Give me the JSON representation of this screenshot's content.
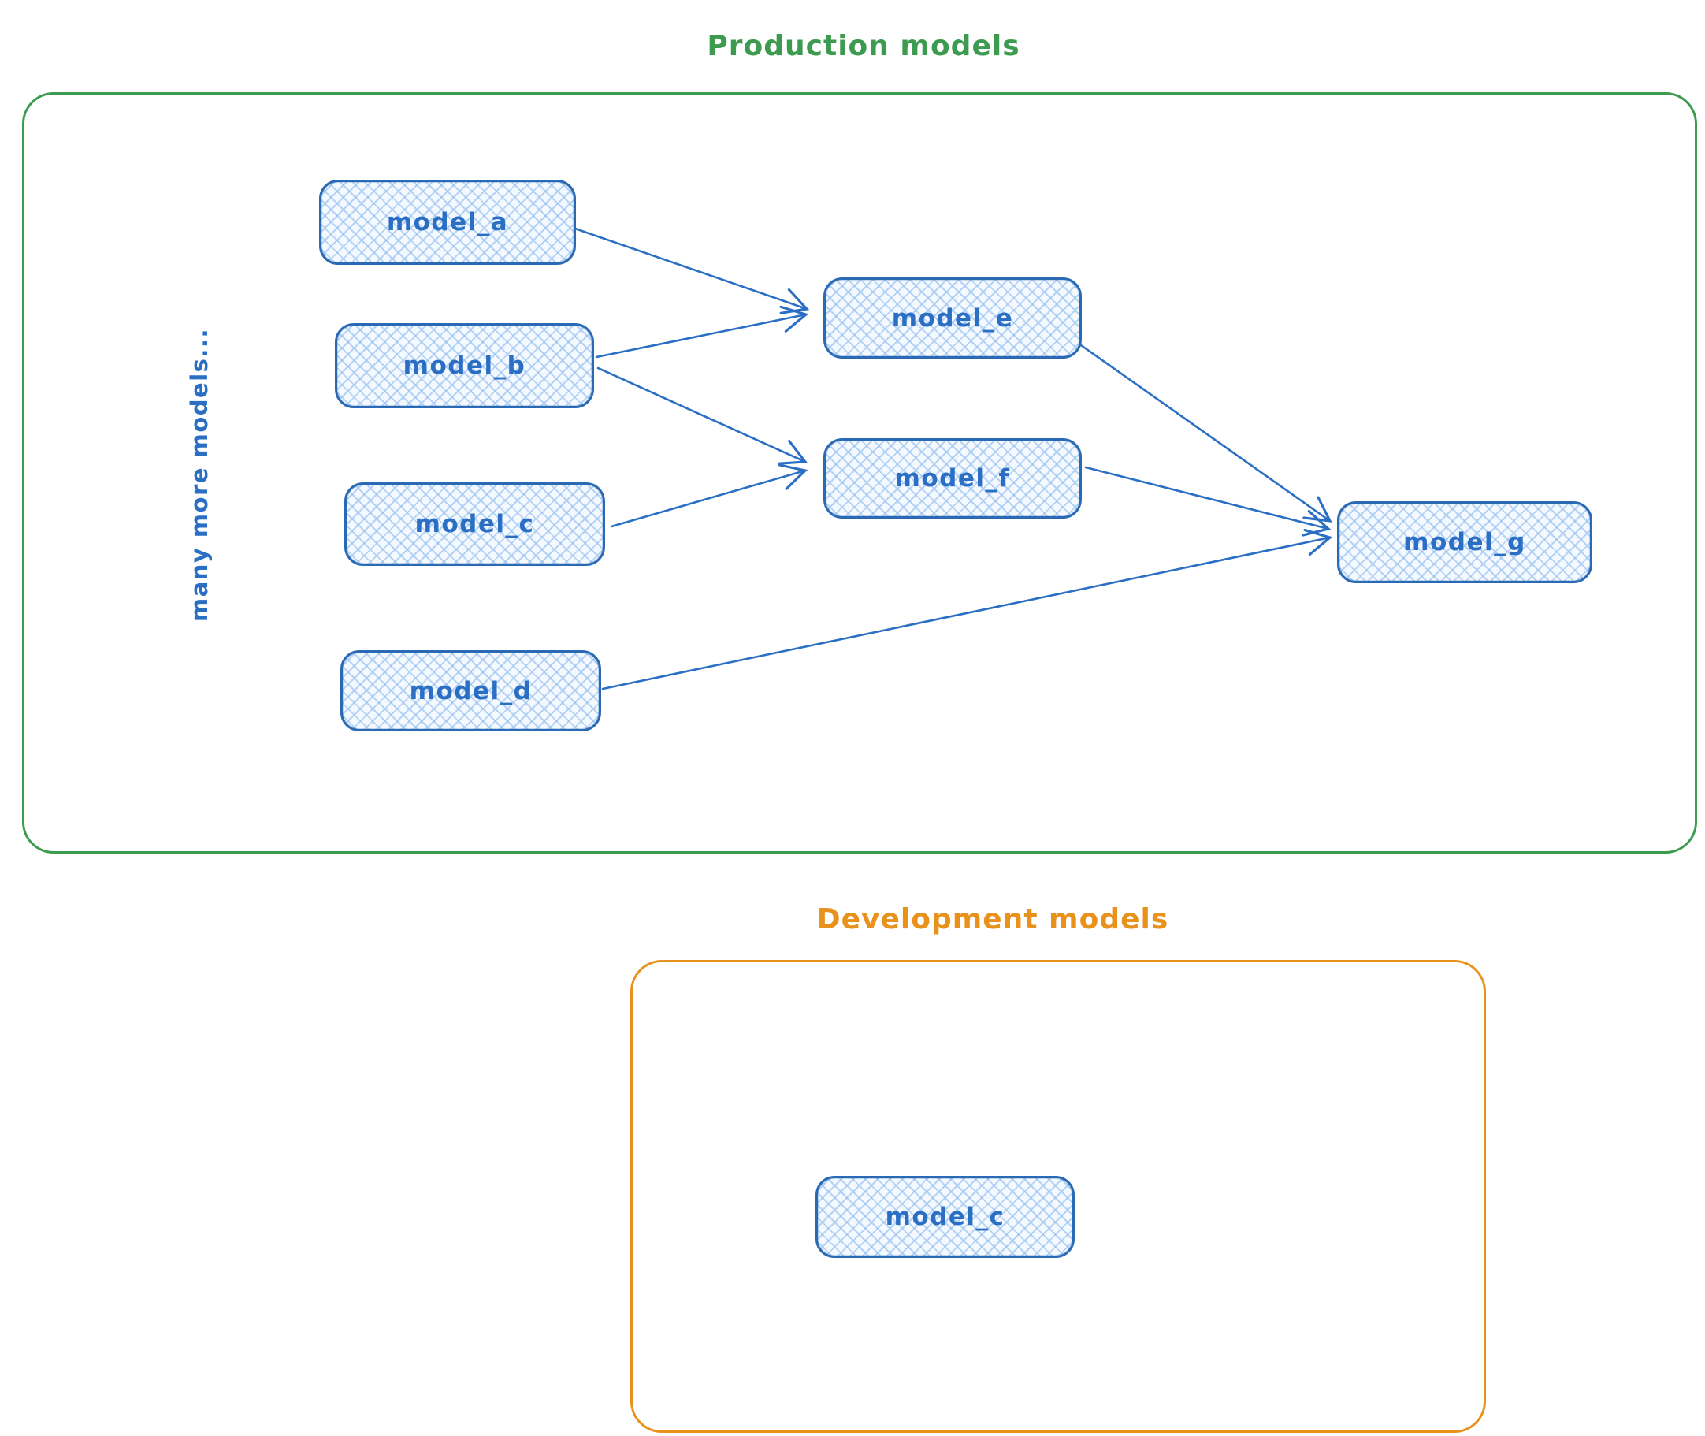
{
  "production": {
    "title": "Production models",
    "side_label": "many more models...",
    "nodes": [
      {
        "id": "model_a",
        "label": "model_a"
      },
      {
        "id": "model_b",
        "label": "model_b"
      },
      {
        "id": "model_c",
        "label": "model_c"
      },
      {
        "id": "model_d",
        "label": "model_d"
      },
      {
        "id": "model_e",
        "label": "model_e"
      },
      {
        "id": "model_f",
        "label": "model_f"
      },
      {
        "id": "model_g",
        "label": "model_g"
      }
    ],
    "edges": [
      {
        "from": "model_a",
        "to": "model_e"
      },
      {
        "from": "model_b",
        "to": "model_e"
      },
      {
        "from": "model_b",
        "to": "model_f"
      },
      {
        "from": "model_c",
        "to": "model_f"
      },
      {
        "from": "model_e",
        "to": "model_g"
      },
      {
        "from": "model_f",
        "to": "model_g"
      },
      {
        "from": "model_d",
        "to": "model_g"
      }
    ]
  },
  "development": {
    "title": "Development models",
    "nodes": [
      {
        "id": "model_c",
        "label": "model_c"
      }
    ]
  },
  "colors": {
    "production_border": "#3d9b4f",
    "development_border": "#e8921c",
    "node_border": "#2a6ab5",
    "node_text": "#2a6fc4",
    "node_fill": "#f4f9ff",
    "node_hatch": "#94bee8",
    "edge": "#2a6fc4",
    "background": "#ffffff"
  }
}
